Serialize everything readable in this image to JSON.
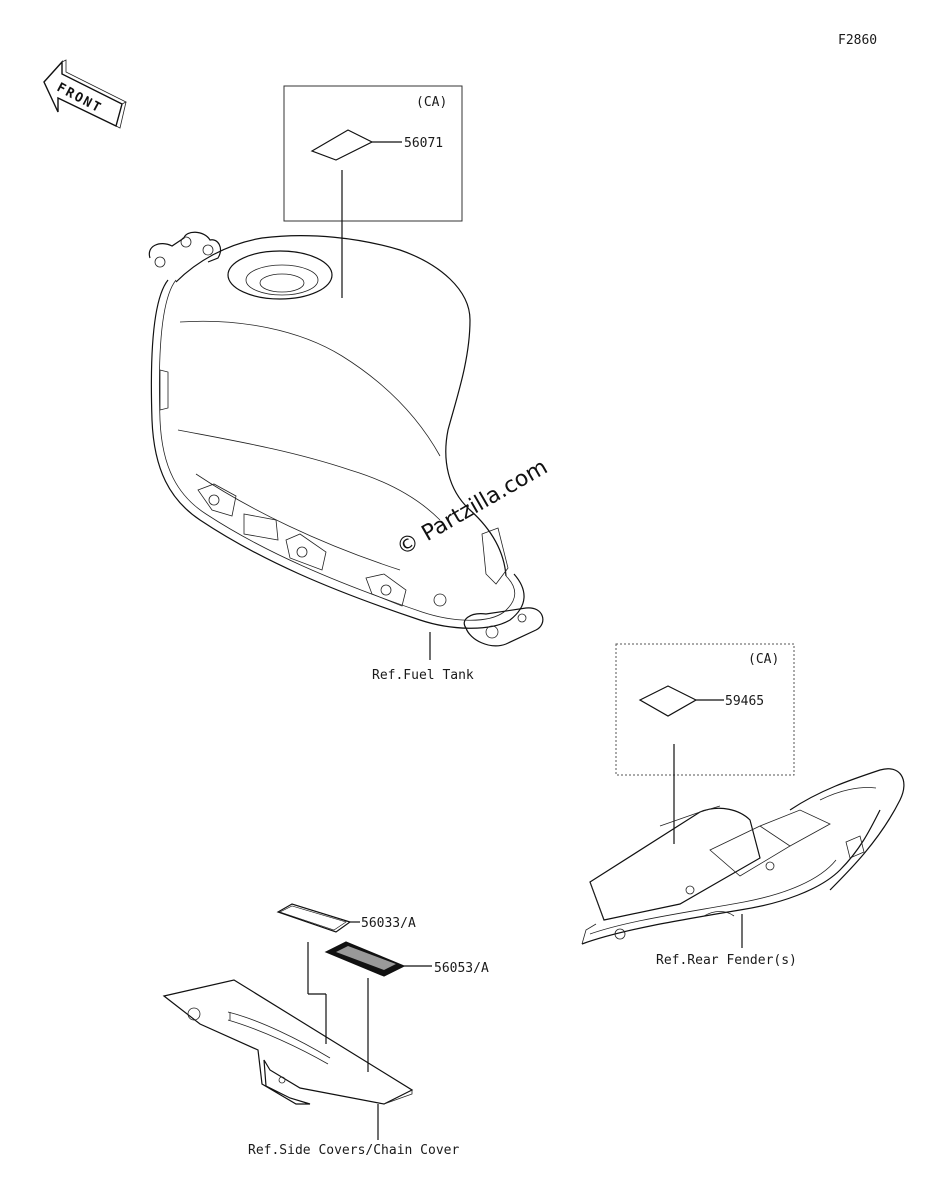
{
  "figure_id": "F2860",
  "front_label": "FRONT",
  "watermark": "© Partzilla.com",
  "boxes": [
    {
      "tag": "(CA)",
      "part": "56071"
    },
    {
      "tag": "(CA)",
      "part": "59465"
    }
  ],
  "parts": {
    "p56033": "56033/A",
    "p56053": "56053/A"
  },
  "refs": {
    "fuel_tank": "Ref.Fuel Tank",
    "rear_fender": "Ref.Rear Fender(s)",
    "chain_cover": "Ref.Side Covers/Chain Cover"
  }
}
